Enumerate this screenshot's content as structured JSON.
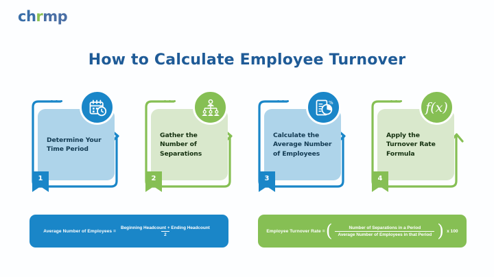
{
  "brand": {
    "part1": "ch",
    "part2": "r",
    "part3": "mp"
  },
  "page": {
    "title": "How to Calculate Employee Turnover"
  },
  "colors": {
    "blue_dark": "#1a86c8",
    "blue_card": "#aed4ea",
    "green_dark": "#86bf54",
    "green_card": "#d9e8cc",
    "title_blue": "#1f5b97"
  },
  "steps": [
    {
      "number": "1",
      "label": "Determine Your Time Period",
      "icon": "calendar-clock-icon",
      "theme": "blue",
      "arrow": "right"
    },
    {
      "number": "2",
      "label": "Gather the Number of Separations",
      "icon": "org-chart-icon",
      "theme": "green",
      "arrow": "right"
    },
    {
      "number": "3",
      "label": "Calculate the Average Number of Employees",
      "icon": "report-pie-chart-icon",
      "theme": "blue",
      "arrow": "right"
    },
    {
      "number": "4",
      "label": "Apply the Turnover Rate Formula",
      "icon": "function-fx-icon",
      "icon_text": "f(x)",
      "theme": "green",
      "arrow": "up"
    }
  ],
  "formulas": [
    {
      "theme": "blue",
      "label": "Average Number of Employees =",
      "numerator": "Beginning Headcount + Ending Headcount",
      "denominator": "2",
      "multiplier": ""
    },
    {
      "theme": "green",
      "label": "Employee Turnover Rate =",
      "numerator": "Number of Separations in a Period",
      "denominator": "Average Number of Employees in that Period",
      "multiplier": "x 100"
    }
  ]
}
